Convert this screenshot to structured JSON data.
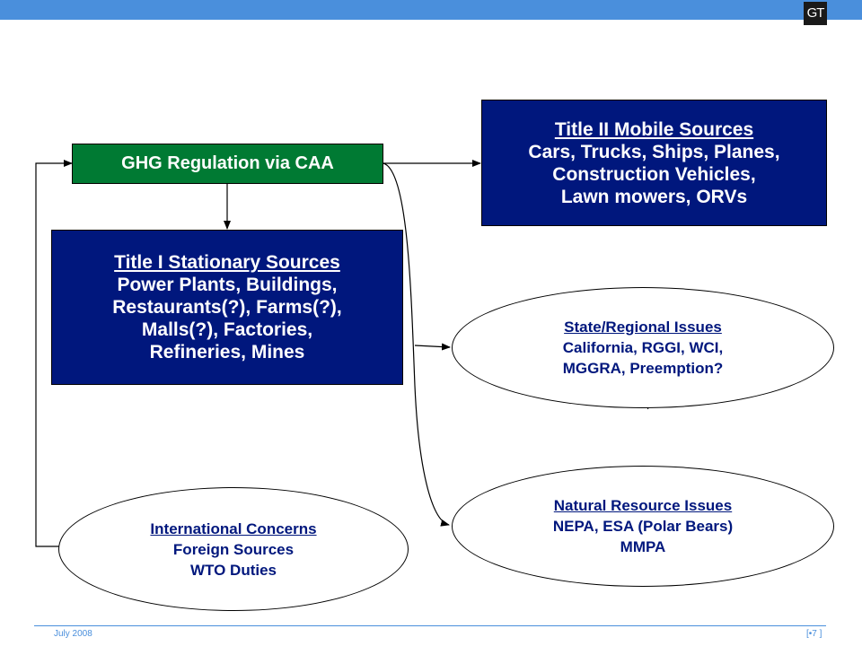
{
  "header": {
    "logo_text": "GT"
  },
  "diagram": {
    "root": {
      "label": "GHG Regulation via CAA"
    },
    "title2": {
      "heading": "Title II Mobile Sources",
      "lines": [
        "Cars, Trucks, Ships, Planes,",
        "Construction Vehicles,",
        "Lawn mowers, ORVs"
      ]
    },
    "title1": {
      "heading": "Title I Stationary Sources",
      "lines": [
        "Power Plants, Buildings,",
        "Restaurants(?), Farms(?),",
        "Malls(?), Factories,",
        "Refineries, Mines"
      ]
    },
    "state": {
      "heading": "State/Regional Issues",
      "lines": [
        "California, RGGI, WCI,",
        "MGGRA, Preemption?"
      ]
    },
    "natural": {
      "heading": "Natural Resource Issues",
      "lines": [
        "NEPA, ESA (Polar Bears)",
        "MMPA"
      ]
    },
    "international": {
      "heading": "International Concerns",
      "lines": [
        "Foreign Sources",
        "WTO Duties"
      ]
    }
  },
  "footer": {
    "date": "July 2008",
    "page": "[•7 ]"
  },
  "colors": {
    "green": "#007a33",
    "navy": "#00177d",
    "accent": "#4a8fdc"
  }
}
